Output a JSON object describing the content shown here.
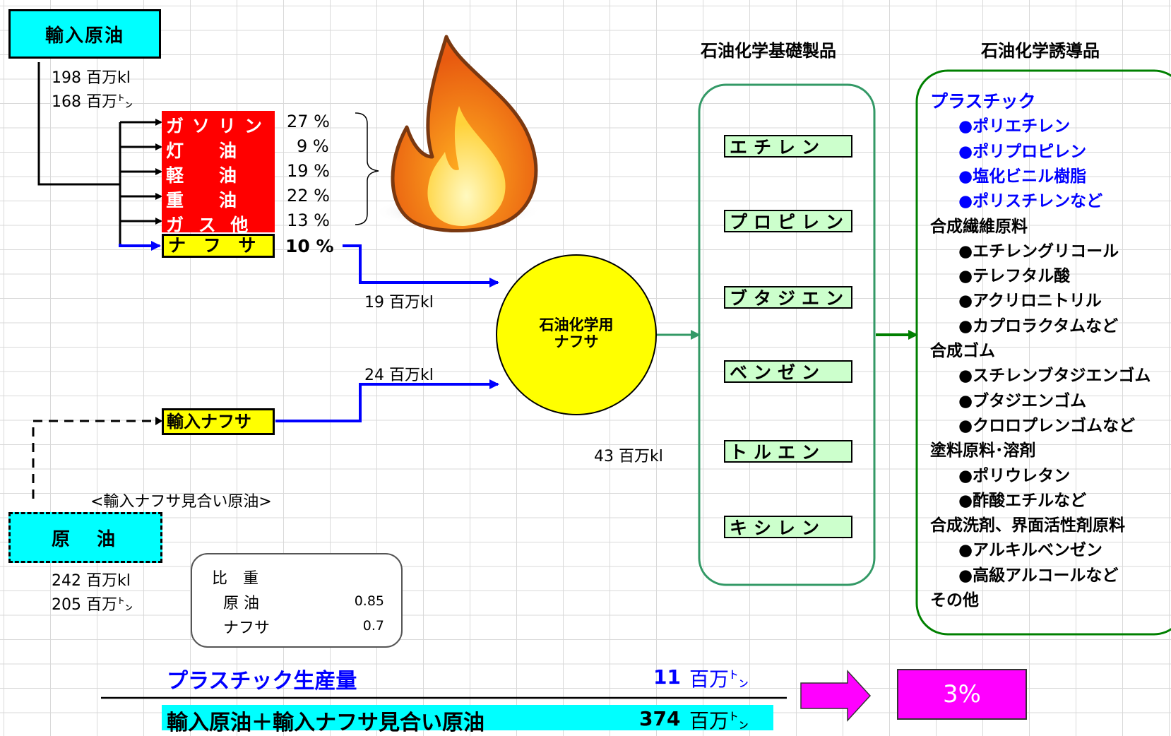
{
  "import_crude": {
    "title": "輸入原油",
    "volume": "198 百万kl",
    "weight": "168 百万㌧"
  },
  "products": [
    {
      "label": "ガソリン",
      "pct": "27 %"
    },
    {
      "label": "灯　　油",
      "pct": "9 %"
    },
    {
      "label": "軽　　油",
      "pct": "19 %"
    },
    {
      "label": "重　　油",
      "pct": "22 %"
    },
    {
      "label": "ガ ス 他",
      "pct": "13 %"
    }
  ],
  "naphtha": {
    "label": "ナ フ サ",
    "pct": "10 %"
  },
  "flows": {
    "domestic_naphtha": "19 百万kl",
    "imported_naphtha": "24 百万kl",
    "total_naphtha": "43 百万kl"
  },
  "import_naphtha_box": "輸入ナフサ",
  "equivalent_note": "<輸入ナフサ見合い原油>",
  "crude_box": {
    "title": "原　油",
    "volume": "242 百万kl",
    "weight": "205 百万㌧"
  },
  "gravity": {
    "title": "比　重",
    "rows": [
      {
        "label": "原 油",
        "value": "0.85"
      },
      {
        "label": "ナフサ",
        "value": "0.7"
      }
    ]
  },
  "circle_label": "石油化学用\nナフサ",
  "basic_header": "石油化学基礎製品",
  "basic_products": [
    "エチレン",
    "プロピレン",
    "ブタジエン",
    "ベンゼン",
    "トルエン",
    "キシレン"
  ],
  "derivatives_header": "石油化学誘導品",
  "derivatives": [
    {
      "text": "プラスチック",
      "indent": false,
      "color": "blue"
    },
    {
      "text": "●ポリエチレン",
      "indent": true,
      "color": "blue"
    },
    {
      "text": "●ポリプロピレン",
      "indent": true,
      "color": "blue"
    },
    {
      "text": "●塩化ビニル樹脂",
      "indent": true,
      "color": "blue"
    },
    {
      "text": "●ポリスチレンなど",
      "indent": true,
      "color": "blue"
    },
    {
      "text": "合成繊維原料",
      "indent": false,
      "color": "black"
    },
    {
      "text": "●エチレングリコール",
      "indent": true,
      "color": "black"
    },
    {
      "text": "●テレフタル酸",
      "indent": true,
      "color": "black"
    },
    {
      "text": "●アクリロニトリル",
      "indent": true,
      "color": "black"
    },
    {
      "text": "●カプロラクタムなど",
      "indent": true,
      "color": "black"
    },
    {
      "text": "合成ゴム",
      "indent": false,
      "color": "black"
    },
    {
      "text": "●スチレンブタジエンゴム",
      "indent": true,
      "color": "black"
    },
    {
      "text": "●ブタジエンゴム",
      "indent": true,
      "color": "black"
    },
    {
      "text": "●クロロプレンゴムなど",
      "indent": true,
      "color": "black"
    },
    {
      "text": "塗料原料･溶剤",
      "indent": false,
      "color": "black"
    },
    {
      "text": "●ポリウレタン",
      "indent": true,
      "color": "black"
    },
    {
      "text": "●酢酸エチルなど",
      "indent": true,
      "color": "black"
    },
    {
      "text": "合成洗剤、界面活性剤原料",
      "indent": false,
      "color": "black"
    },
    {
      "text": "●アルキルベンゼン",
      "indent": true,
      "color": "black"
    },
    {
      "text": "●高級アルコールなど",
      "indent": true,
      "color": "black"
    },
    {
      "text": "その他",
      "indent": false,
      "color": "black"
    }
  ],
  "summary": {
    "plastic_label": "プラスチック生産量",
    "plastic_value": "11",
    "plastic_unit": "百万㌧",
    "total_label": "輸入原油＋輸入ナフサ見合い原油",
    "total_value": "374",
    "total_unit": "百万㌧",
    "ratio": "3%"
  },
  "colors": {
    "cyan": "#00ffff",
    "red": "#ff0000",
    "yellow": "#ffff00",
    "flow_blue": "#0000ff",
    "green_border": "#339966",
    "magenta": "#ff00ff",
    "light_green": "#ccffcc"
  },
  "icons": {
    "fire": "fire-icon"
  }
}
